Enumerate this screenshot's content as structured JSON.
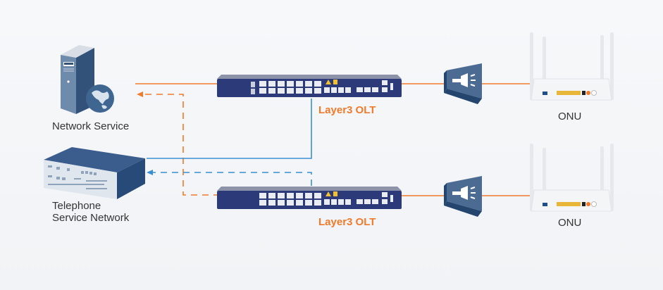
{
  "diagram": {
    "nodes": {
      "network_service": {
        "label": "Network Service"
      },
      "telephone_service": {
        "label_line1": "Telephone",
        "label_line2": "Service Network"
      },
      "olt_top": {
        "label": "Layer3 OLT"
      },
      "olt_bottom": {
        "label": "Layer3 OLT"
      },
      "onu_top": {
        "label": "ONU"
      },
      "onu_bottom": {
        "label": "ONU"
      }
    },
    "colors": {
      "orange": "#f07a2a",
      "blue": "#3b8fd1",
      "device_blue": "#2d3a7a",
      "server_blue": "#3f5f86"
    }
  }
}
